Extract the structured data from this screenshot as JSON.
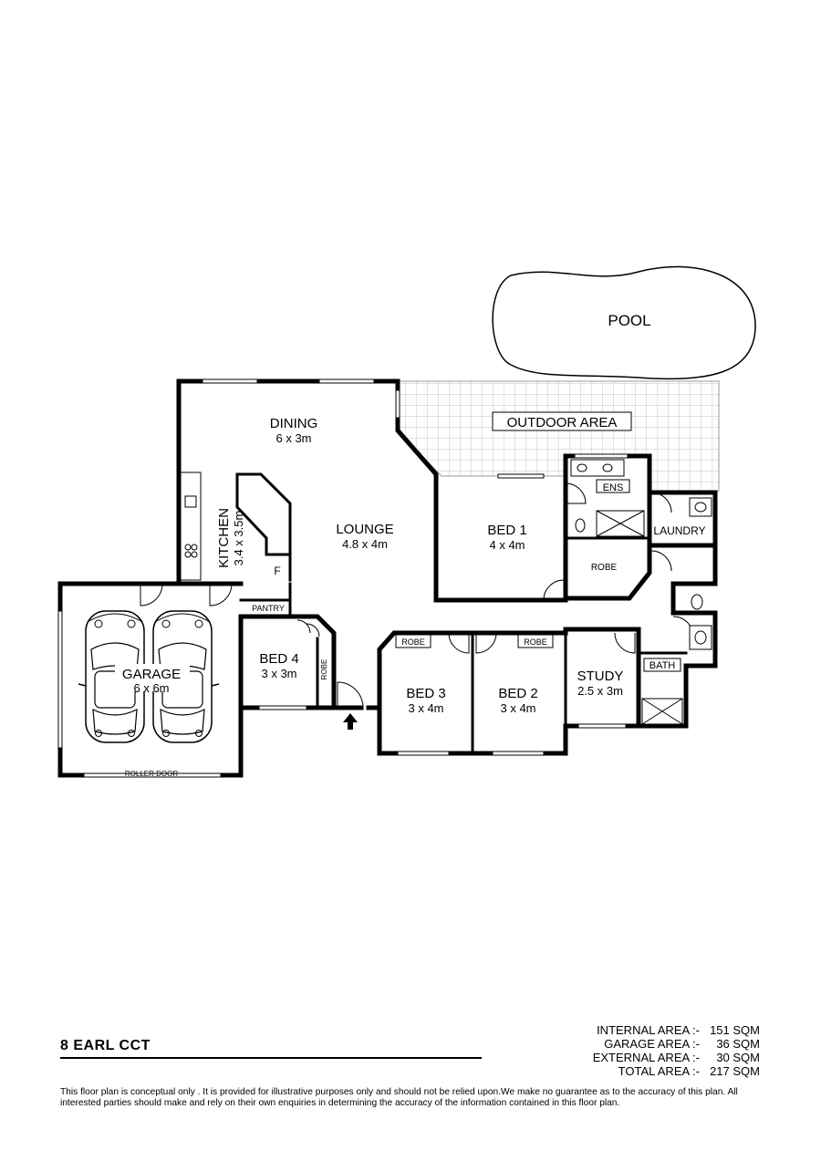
{
  "rooms": {
    "pool": "POOL",
    "outdoor": "OUTDOOR AREA",
    "dining": "DINING",
    "dining_size": "6 x 3m",
    "lounge": "LOUNGE",
    "lounge_size": "4.8 x 4m",
    "kitchen": "KITCHEN",
    "kitchen_size": "3.4 x 3.5m",
    "fridge": "F",
    "pantry": "PANTRY",
    "bed1": "BED 1",
    "bed1_size": "4 x 4m",
    "ens": "ENS",
    "robe1": "ROBE",
    "laundry": "LAUNDRY",
    "garage": "GARAGE",
    "garage_size": "6 x 6m",
    "roller_door": "ROLLER DOOR",
    "bed4": "BED 4",
    "bed4_size": "3 x 3m",
    "robe4": "ROBE",
    "bed3": "BED 3",
    "bed3_size": "3 x 4m",
    "robe3": "ROBE",
    "bed2": "BED 2",
    "bed2_size": "3 x 4m",
    "robe2": "ROBE",
    "study": "STUDY",
    "study_size": "2.5 x 3m",
    "bath": "BATH"
  },
  "footer": {
    "address": "8 EARL CCT",
    "areas": [
      {
        "label": "INTERNAL  AREA :-",
        "value": "151 SQM"
      },
      {
        "label": "GARAGE  AREA :-",
        "value": "36 SQM"
      },
      {
        "label": "EXTERNAL  AREA :-",
        "value": "30 SQM"
      },
      {
        "label": "TOTAL  AREA :-",
        "value": "217 SQM"
      }
    ],
    "disclaimer": "This floor plan  is conceptual only . It is provided for illustrative purposes only and should not be relied upon.We make no guarantee as to the accuracy of this plan. All interested parties should make and rely on their own enquiries in determining the accuracy of the information contained in this floor plan."
  }
}
